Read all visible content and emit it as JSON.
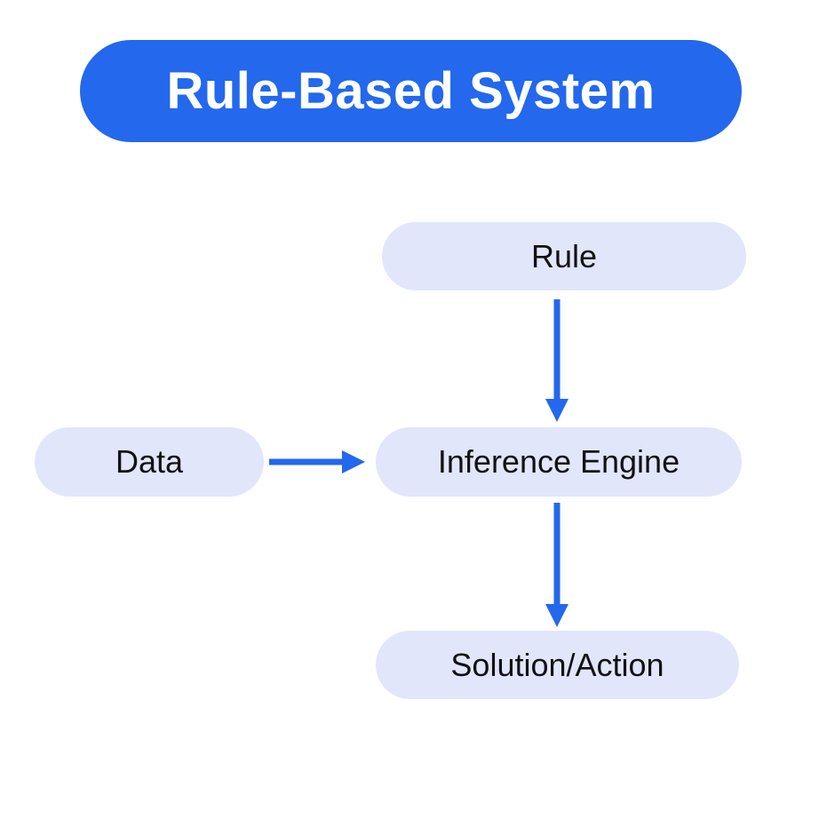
{
  "title": {
    "label": "Rule-Based System"
  },
  "nodes": {
    "rule": {
      "label": "Rule"
    },
    "data": {
      "label": "Data"
    },
    "inference": {
      "label": "Inference Engine"
    },
    "solution": {
      "label": "Solution/Action"
    }
  },
  "edges": [
    {
      "from": "rule",
      "to": "inference",
      "direction": "down"
    },
    {
      "from": "data",
      "to": "inference",
      "direction": "right"
    },
    {
      "from": "inference",
      "to": "solution",
      "direction": "down"
    }
  ],
  "colors": {
    "accent_blue": "#2368ED",
    "node_fill": "#E1E6FB",
    "node_text": "#121212",
    "title_text": "#FFFFFF",
    "background": "#FFFFFF"
  }
}
